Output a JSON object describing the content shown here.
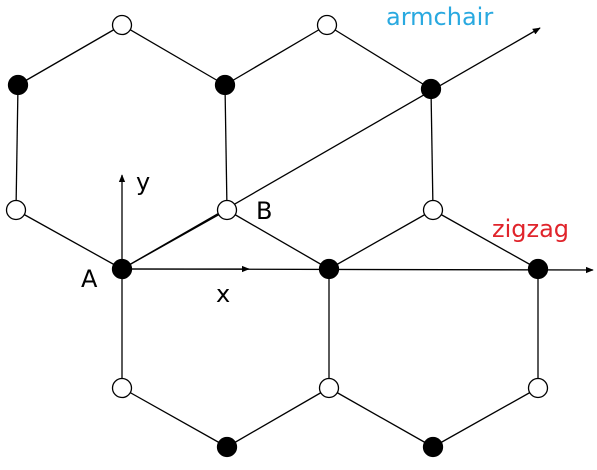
{
  "labels": {
    "armchair": "armchair",
    "zigzag": "zigzag",
    "x_axis": "x",
    "y_axis": "y",
    "site_a": "A",
    "site_b": "B"
  },
  "colors": {
    "armchair": "#29a9e0",
    "zigzag": "#e0242b",
    "sublattice_a": "#000000",
    "sublattice_b": "#ffffff"
  },
  "lattice": {
    "structure": "honeycomb",
    "sublattice_a_style": "filled",
    "sublattice_b_style": "open"
  }
}
